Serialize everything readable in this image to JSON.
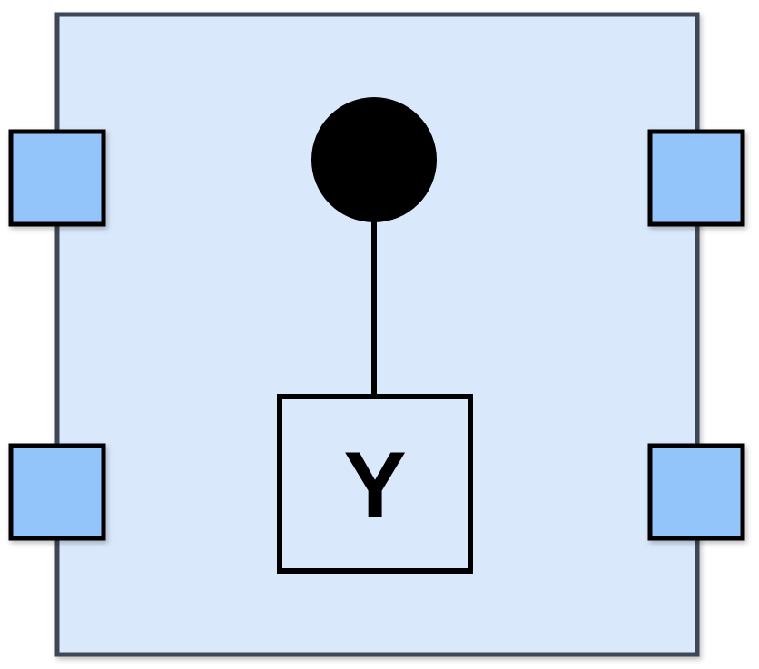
{
  "block": {
    "fill": "#dae8fc",
    "stroke": "#3d4656"
  },
  "ports": [
    {
      "name": "port-left-top",
      "fill": "#93c5fb",
      "stroke": "#000000"
    },
    {
      "name": "port-left-bottom",
      "fill": "#93c5fb",
      "stroke": "#000000"
    },
    {
      "name": "port-right-top",
      "fill": "#93c5fb",
      "stroke": "#000000"
    },
    {
      "name": "port-right-bottom",
      "fill": "#93c5fb",
      "stroke": "#000000"
    }
  ],
  "control_dot": {
    "fill": "#000000"
  },
  "gate": {
    "label": "Y",
    "fill": "#dae8fc",
    "stroke": "#000000"
  }
}
